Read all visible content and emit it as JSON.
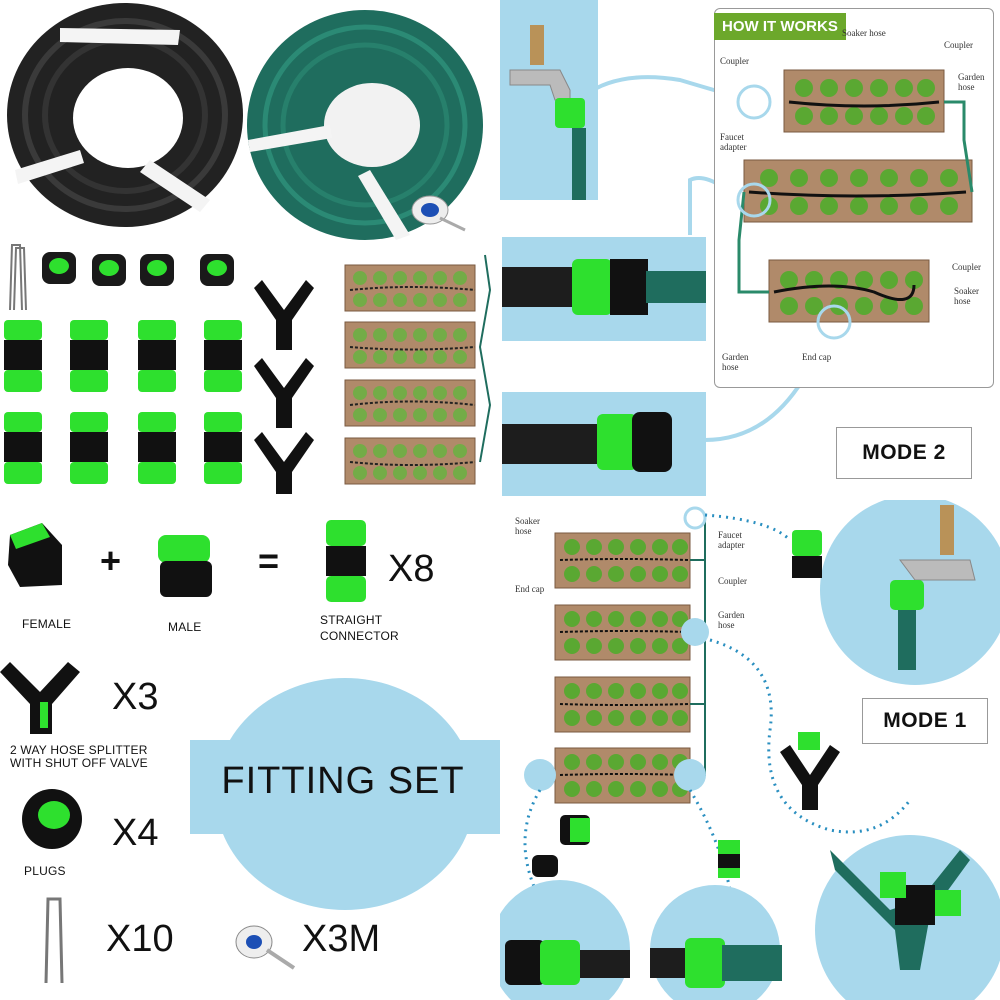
{
  "labels": {
    "female": "FEMALE",
    "male": "MALE",
    "plus": "+",
    "equals": "=",
    "straight_connector": "STRAIGHT CONNECTOR",
    "x8": "X8",
    "x3": "X3",
    "splitter": "2 WAY HOSE SPLITTER WITH SHUT OFF VALVE",
    "x4": "X4",
    "plugs": "PLUGS",
    "x10": "X10",
    "x3m": "X3M",
    "fitting_set": "FITTING  SET"
  },
  "modes": {
    "mode2": "MODE 2",
    "mode1": "MODE  1"
  },
  "how_it_works": {
    "title": "HOW IT WORKS",
    "soaker_hose": "Soaker hose",
    "coupler": "Coupler",
    "garden_hose": "Garden hose",
    "faucet_adapter": "Faucet adapter",
    "coupler2": "Coupler",
    "soaker_hose2": "Soaker hose",
    "garden_hose2": "Garden hose",
    "end_cap": "End cap"
  },
  "mode1_diagram": {
    "soaker_hose": "Soaker hose",
    "end_cap": "End cap",
    "faucet_adapter": "Faucet adapter",
    "coupler": "Coupler",
    "garden_hose": "Garden hose"
  },
  "colors": {
    "accent_green": "#2ee02e",
    "hose_black": "#1d1d1d",
    "hose_teal": "#1f6d5e",
    "panel_blue": "#a8d8ec",
    "bed_brown": "#b08a6a",
    "plant_green": "#4e9a2e",
    "hiw_green": "#6ca82b"
  }
}
